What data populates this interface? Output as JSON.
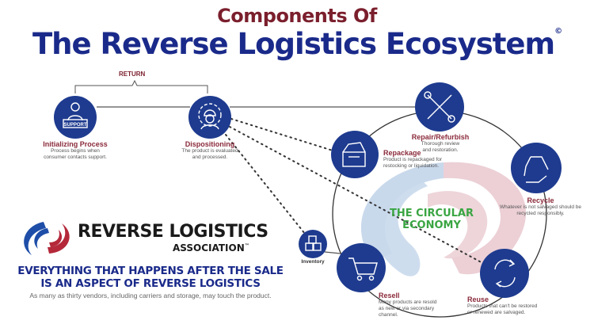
{
  "header": {
    "subtitle": "Components Of",
    "title": "The Reverse Logistics Ecosystem",
    "copyright": "©"
  },
  "bracket_label": "RETURN",
  "colors": {
    "node_blue": "#1e3b8f",
    "label_red": "#8a2a3a",
    "title_blue": "#1a2a8a",
    "economy_green": "#3aa542",
    "swirl_blue": "#c9d9ec",
    "swirl_red": "#ecd0d6"
  },
  "nodes": {
    "initializing": {
      "icon": "support-agent-icon",
      "title": "Initializing Process",
      "desc1": "Process begins when",
      "desc2": "consumer contacts support."
    },
    "dispositioning": {
      "icon": "engineer-gear-icon",
      "title": "Dispositioning",
      "desc1": "The product is evaluated",
      "desc2": "and processed."
    },
    "repair": {
      "icon": "wrench-screwdriver-icon",
      "title": "Repair/Refurbish",
      "desc1": "Thorough review",
      "desc2": "and restoration."
    },
    "repackage": {
      "icon": "box-icon",
      "title": "Repackage",
      "desc1": "Product is repackaged for",
      "desc2": "restocking or liquidation."
    },
    "recycle": {
      "icon": "recycle-icon",
      "title": "Recycle",
      "desc1": "Whatever is not salvaged should be",
      "desc2": "recycled responsibly."
    },
    "inventory": {
      "icon": "cubes-icon",
      "title": "Inventory"
    },
    "resell": {
      "icon": "shopping-cart-icon",
      "title": "Resell",
      "desc1": "Many products are resold",
      "desc2": "as new or via secondary",
      "desc3": "channel."
    },
    "reuse": {
      "icon": "cycle-arrows-icon",
      "title": "Reuse",
      "desc1": "Products that can't be restored",
      "desc2": "or renewed are salvaged."
    }
  },
  "circular_economy": {
    "line1": "THE  CIRCULAR",
    "line2": "ECONOMY"
  },
  "association": {
    "name": "REVERSE LOGISTICS",
    "sub": "ASSOCIATION",
    "tm": "™",
    "tagline1": "EVERYTHING THAT HAPPENS AFTER THE SALE",
    "tagline2": "IS AN ASPECT OF REVERSE LOGISTICS",
    "note": "As many as thirty vendors, including carriers and storage, may touch the product."
  }
}
